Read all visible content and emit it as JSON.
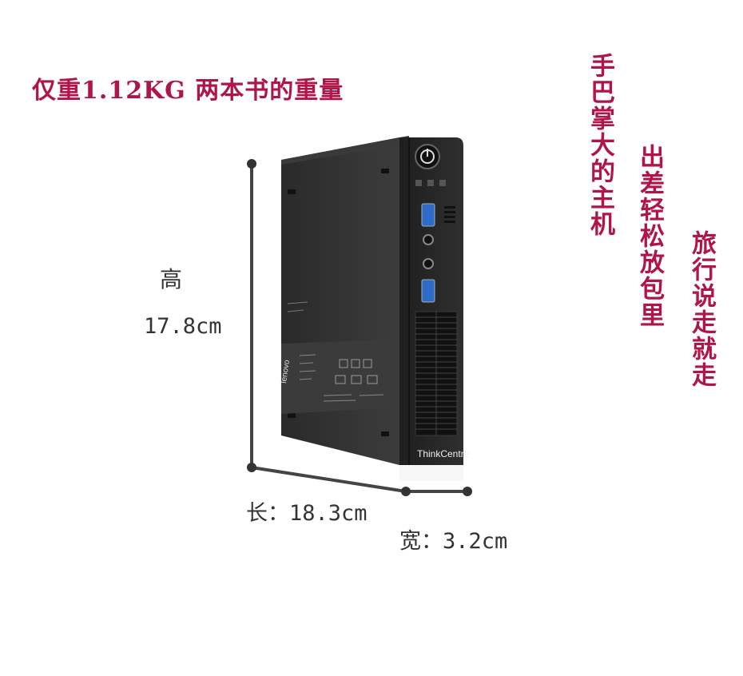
{
  "headline": "仅重1.12KG  两本书的重量",
  "tagline_1": "手巴掌大的主机",
  "tagline_2": "出差轻松放包里",
  "tagline_3": "旅行说走就走",
  "height_label": "高",
  "height_value": "17.8cm",
  "length_value": "长：18.3cm",
  "width_value": "宽：3.2cm",
  "brand_side": "lenovo",
  "brand_front": "ThinkCentre",
  "colors": {
    "accent": "#b0154a",
    "device": "#2b2b2b",
    "dimension_line": "#333333"
  }
}
